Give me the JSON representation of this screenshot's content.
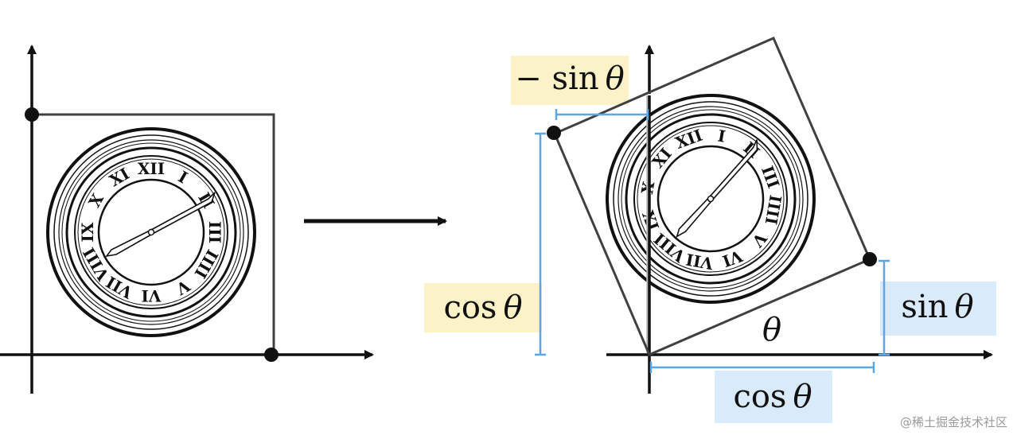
{
  "labels": {
    "neg_sin_op": "− sin",
    "theta": "θ",
    "cos_left_op": "cos",
    "sin_right_op": "sin",
    "cos_bottom_op": "cos"
  },
  "clock": {
    "numerals": [
      "XII",
      "I",
      "II",
      "III",
      "IIII",
      "V",
      "VI",
      "VII",
      "VIII",
      "IX",
      "X",
      "XI"
    ]
  },
  "watermark": "@稀土掘金技术社区",
  "colors": {
    "stroke": "#111111",
    "frame": "#404040",
    "accent_blue": "#5aa6e6",
    "highlight_yellow": "#fbf2c8",
    "highlight_blue": "#d9eafb",
    "faint_axis": "#b8b8b8"
  }
}
